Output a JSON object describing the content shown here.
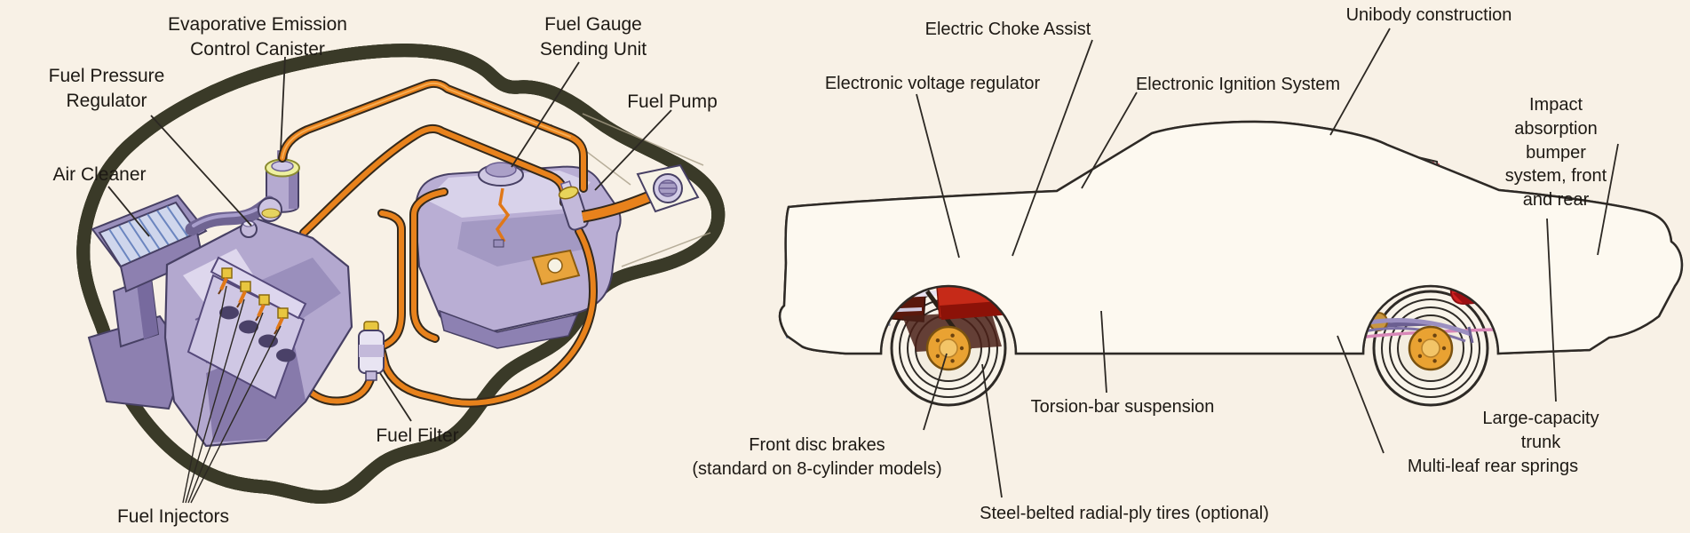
{
  "page": {
    "background": "#f8f1e6",
    "type": "labeled automotive technical illustrations"
  },
  "fuel_system_diagram": {
    "labels": {
      "evaporative_emission": "Evaporative Emission\nControl Canister",
      "fuel_gauge_sending_unit": "Fuel Gauge\nSending Unit",
      "fuel_pressure_regulator": "Fuel Pressure\nRegulator",
      "fuel_pump": "Fuel Pump",
      "air_cleaner": "Air Cleaner",
      "fuel_filter": "Fuel Filter",
      "fuel_injectors": "Fuel Injectors"
    },
    "colors": {
      "fuel_line": "#e8821c",
      "car_glow": "#eef527",
      "components": "#b5aad0"
    }
  },
  "car_features_diagram": {
    "labels": {
      "electric_choke_assist": "Electric Choke Assist",
      "unibody_construction": "Unibody construction",
      "electronic_voltage_regulator": "Electronic voltage regulator",
      "electronic_ignition_system": "Electronic Ignition System",
      "impact_absorption_bumper": "Impact absorption bumper\nsystem, front and rear",
      "torsion_bar_suspension": "Torsion-bar suspension",
      "front_disc_brakes": "Front disc brakes\n(standard on 8-cylinder models)",
      "steel_belted_tires": "Steel-belted radial-ply tires (optional)",
      "large_capacity_trunk": "Large-capacity trunk",
      "multi_leaf_rear_springs": "Multi-leaf rear springs"
    },
    "colors": {
      "engine": "#c62a18",
      "fuel_tank": "#ce2020",
      "bumper_system": "#9fb2d2",
      "transmission": "#e9a93e"
    }
  }
}
